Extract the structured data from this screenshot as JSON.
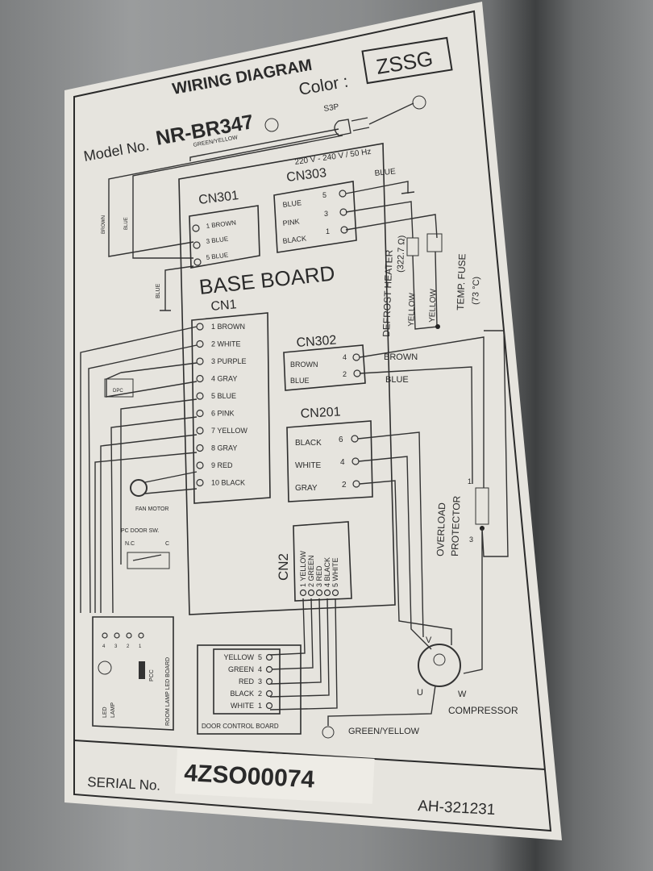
{
  "label": {
    "title": "WIRING DIAGRAM",
    "model_label": "Model No.",
    "model_value": "NR-BR347",
    "color_label": "Color :",
    "color_value": "ZSSG",
    "plug": "S3P",
    "ground_wire": "GREEN/YELLOW",
    "power": "220 V - 240 V / 50 Hz",
    "left_wires": [
      "BROWN",
      "BLUE"
    ],
    "blue_ground": "BLUE",
    "base_board": "BASE BOARD",
    "cn301": {
      "name": "CN301",
      "pins": [
        "1 BROWN",
        "3 BLUE",
        "5 BLUE"
      ]
    },
    "cn303": {
      "name": "CN303",
      "pins": [
        {
          "color": "BLUE",
          "num": "5"
        },
        {
          "color": "PINK",
          "num": "3"
        },
        {
          "color": "BLACK",
          "num": "1"
        }
      ],
      "wire": "BLUE"
    },
    "cn1": {
      "name": "CN1",
      "pins": [
        "1 BROWN",
        "2 WHITE",
        "3 PURPLE",
        "4 GRAY",
        "5 BLUE",
        "6 PINK",
        "7 YELLOW",
        "8 GRAY",
        "9 RED",
        "10 BLACK"
      ]
    },
    "cn302": {
      "name": "CN302",
      "pins": [
        {
          "color": "BROWN",
          "num": "4"
        },
        {
          "color": "BLUE",
          "num": "2"
        }
      ],
      "wires": [
        "BROWN",
        "BLUE"
      ]
    },
    "cn201": {
      "name": "CN201",
      "pins": [
        {
          "color": "BLACK",
          "num": "6"
        },
        {
          "color": "WHITE",
          "num": "4"
        },
        {
          "color": "GRAY",
          "num": "2"
        }
      ]
    },
    "cn2": {
      "name": "CN2",
      "pins": [
        "1 YELLOW",
        "2 GREEN",
        "3 RED",
        "4 BLACK",
        "5 WHITE"
      ]
    },
    "defrost_heater": "DEFROST HEATER",
    "heater_resistance": "(322.7 Ω)",
    "heater_wires": [
      "YELLOW",
      "YELLOW"
    ],
    "temp_fuse": "TEMP. FUSE",
    "temp_fuse_rating": "(73 °C)",
    "dpc": "DPC",
    "fan_motor": "FAN MOTOR",
    "door_switch": "PC DOOR SW.",
    "door_switch_nc": "N.C",
    "door_switch_c": "C",
    "overload": [
      "OVERLOAD",
      "PROTECTOR"
    ],
    "overload_pins": [
      "1",
      "3"
    ],
    "compressor": "COMPRESSOR",
    "compressor_terminals": [
      "V",
      "U",
      "W"
    ],
    "room_lamp_board": "ROOM LAMP LED BOARD",
    "room_lamp_pins": [
      "4",
      "3",
      "2",
      "1"
    ],
    "led_lamp": [
      "LED",
      "LAMP"
    ],
    "pcc": "PCC",
    "door_control": {
      "name": "DOOR CONTROL BOARD",
      "pins": [
        {
          "color": "YELLOW",
          "num": "5"
        },
        {
          "color": "GREEN",
          "num": "4"
        },
        {
          "color": "RED",
          "num": "3"
        },
        {
          "color": "BLACK",
          "num": "2"
        },
        {
          "color": "WHITE",
          "num": "1"
        }
      ]
    },
    "bottom_ground": "GREEN/YELLOW",
    "serial_label": "SERIAL No.",
    "serial_value": "4ZSO00074",
    "part_no": "AH-321231"
  },
  "colors": {
    "label_bg": "#e6e4de",
    "ink": "#2a2a2a",
    "panel": "#8a8c8d"
  }
}
